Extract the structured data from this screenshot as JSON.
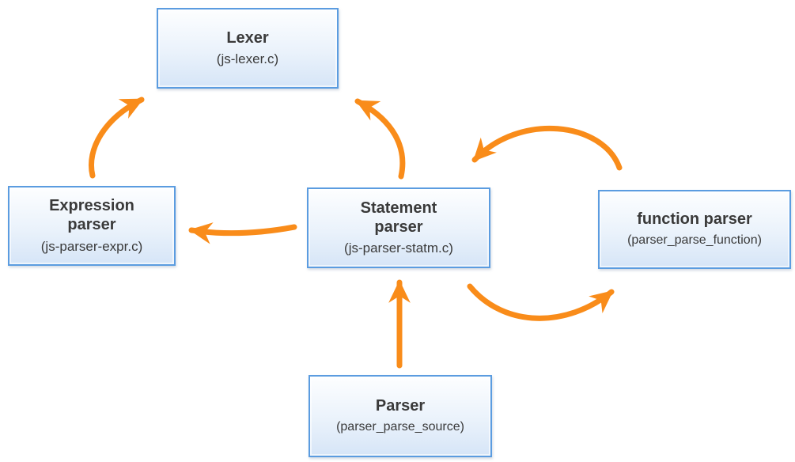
{
  "diagram": {
    "type": "flow-diagram",
    "background": "#FFFFFF",
    "arrow_color": "#F98C1A",
    "box_border_color": "#5B9CE0",
    "box_fill_top": "#FDFEFF",
    "box_fill_bottom": "#D6E5F7",
    "text_color": "#3A3A3A"
  },
  "nodes": {
    "lexer": {
      "title": "Lexer",
      "subtitle": "(js-lexer.c)"
    },
    "expression_parser": {
      "title": "Expression\nparser",
      "subtitle": "(js-parser-expr.c)"
    },
    "statement_parser": {
      "title": "Statement\nparser",
      "subtitle": "(js-parser-statm.c)"
    },
    "function_parser": {
      "title": "function parser",
      "subtitle": "(parser_parse_function)"
    },
    "parser": {
      "title": "Parser",
      "subtitle": "(parser_parse_source)"
    }
  },
  "edges": [
    {
      "from": "expression_parser",
      "to": "lexer"
    },
    {
      "from": "statement_parser",
      "to": "lexer"
    },
    {
      "from": "function_parser",
      "to": "statement_parser"
    },
    {
      "from": "statement_parser",
      "to": "function_parser"
    },
    {
      "from": "statement_parser",
      "to": "expression_parser"
    },
    {
      "from": "parser",
      "to": "statement_parser"
    }
  ]
}
